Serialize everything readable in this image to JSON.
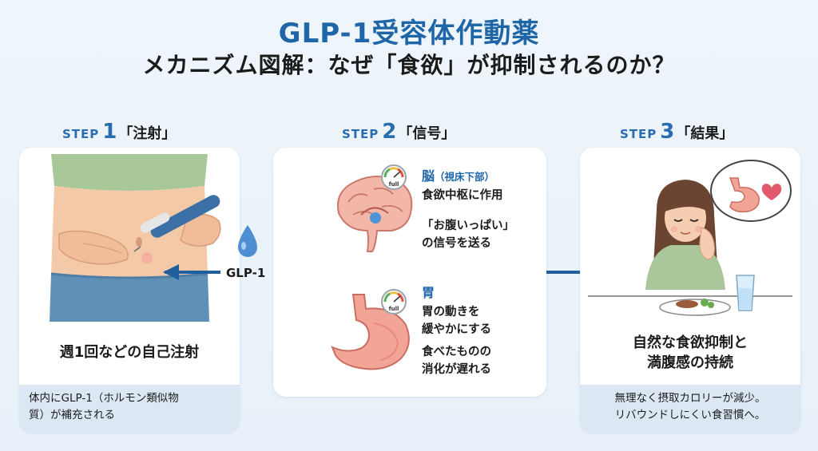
{
  "title": {
    "line1": "GLP-1受容体作動薬",
    "line2": "メカニズム図解：なぜ「食欲」が抑制されるのか？"
  },
  "steps": [
    {
      "step_word": "STEP",
      "number": "1",
      "name": "「注射」",
      "main_text": "週1回などの自己注射",
      "caption": [
        "体内にGLP-1（ホルモン類似物",
        "質）が補充される"
      ]
    },
    {
      "step_word": "STEP",
      "number": "2",
      "name": "「信号」",
      "brain": {
        "title": "脳",
        "subtitle": "（視床下部）",
        "effects": [
          "食欲中枢に作用",
          "「お腹いっぱい」",
          "の信号を送る"
        ],
        "gauge_label": "full"
      },
      "stomach": {
        "title": "胃",
        "effects": [
          "胃の動きを",
          "緩やかにする",
          "食べたものの",
          "消化が遅れる"
        ],
        "gauge_label": "full"
      }
    },
    {
      "step_word": "STEP",
      "number": "3",
      "name": "「結果」",
      "main_text": [
        "自然な食欲抑制と",
        "満腹感の持続"
      ],
      "caption": [
        "無理なく摂取カロリーが減少。",
        "リバウンドしにくい食習慣へ。"
      ]
    }
  ],
  "flow_label": "GLP-1",
  "colors": {
    "title_blue": "#1f66a8",
    "arrow_blue": "#1f5f9e",
    "card_bg": "#ffffff",
    "caption_bg": "#dbe8f4",
    "page_bg": "#eef5fb"
  },
  "icons": [
    "syringe-pen-icon",
    "drop-icon",
    "brain-icon",
    "stomach-icon",
    "gauge-icon",
    "thought-bubble-icon",
    "heart-icon",
    "plate-icon",
    "glass-icon"
  ]
}
